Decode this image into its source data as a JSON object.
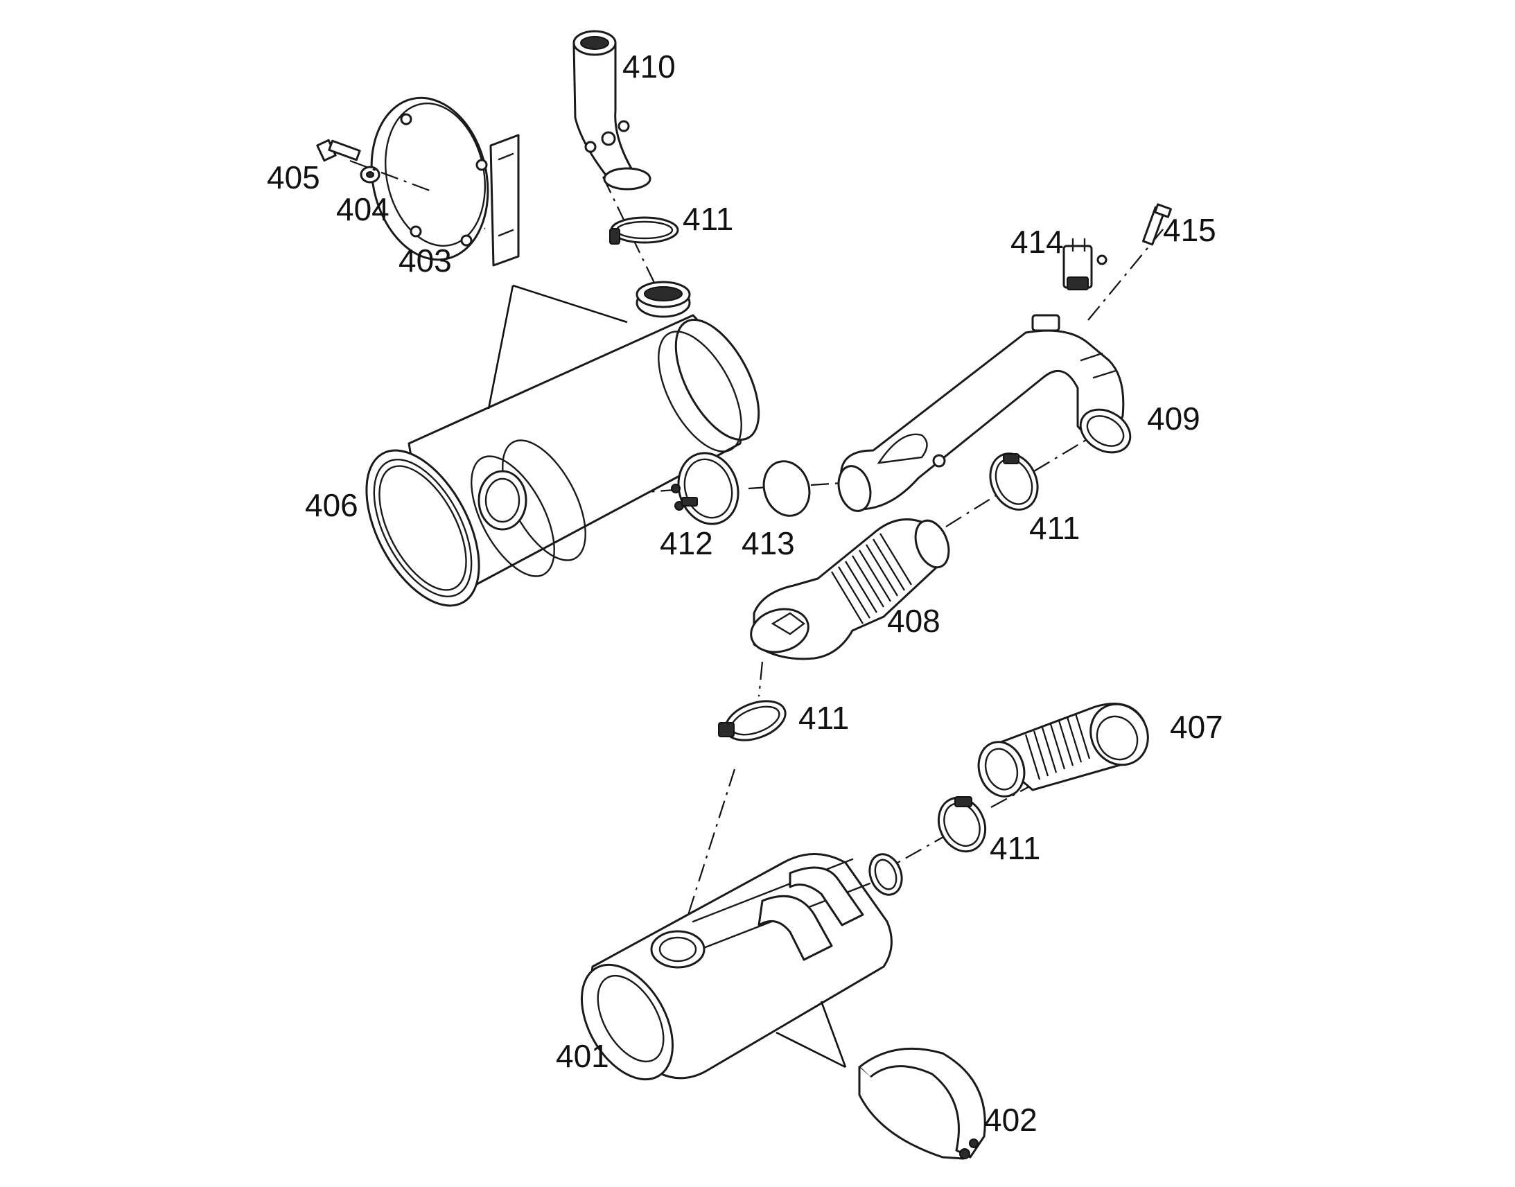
{
  "labels": {
    "p401": "401",
    "p402": "402",
    "p403": "403",
    "p404": "404",
    "p405": "405",
    "p406": "406",
    "p407": "407",
    "p408": "408",
    "p409": "409",
    "p410": "410",
    "p411_top": "411",
    "p411_right": "411",
    "p411_mid": "411",
    "p411_lower": "411",
    "p412": "412",
    "p413": "413",
    "p414": "414",
    "p415": "415"
  }
}
